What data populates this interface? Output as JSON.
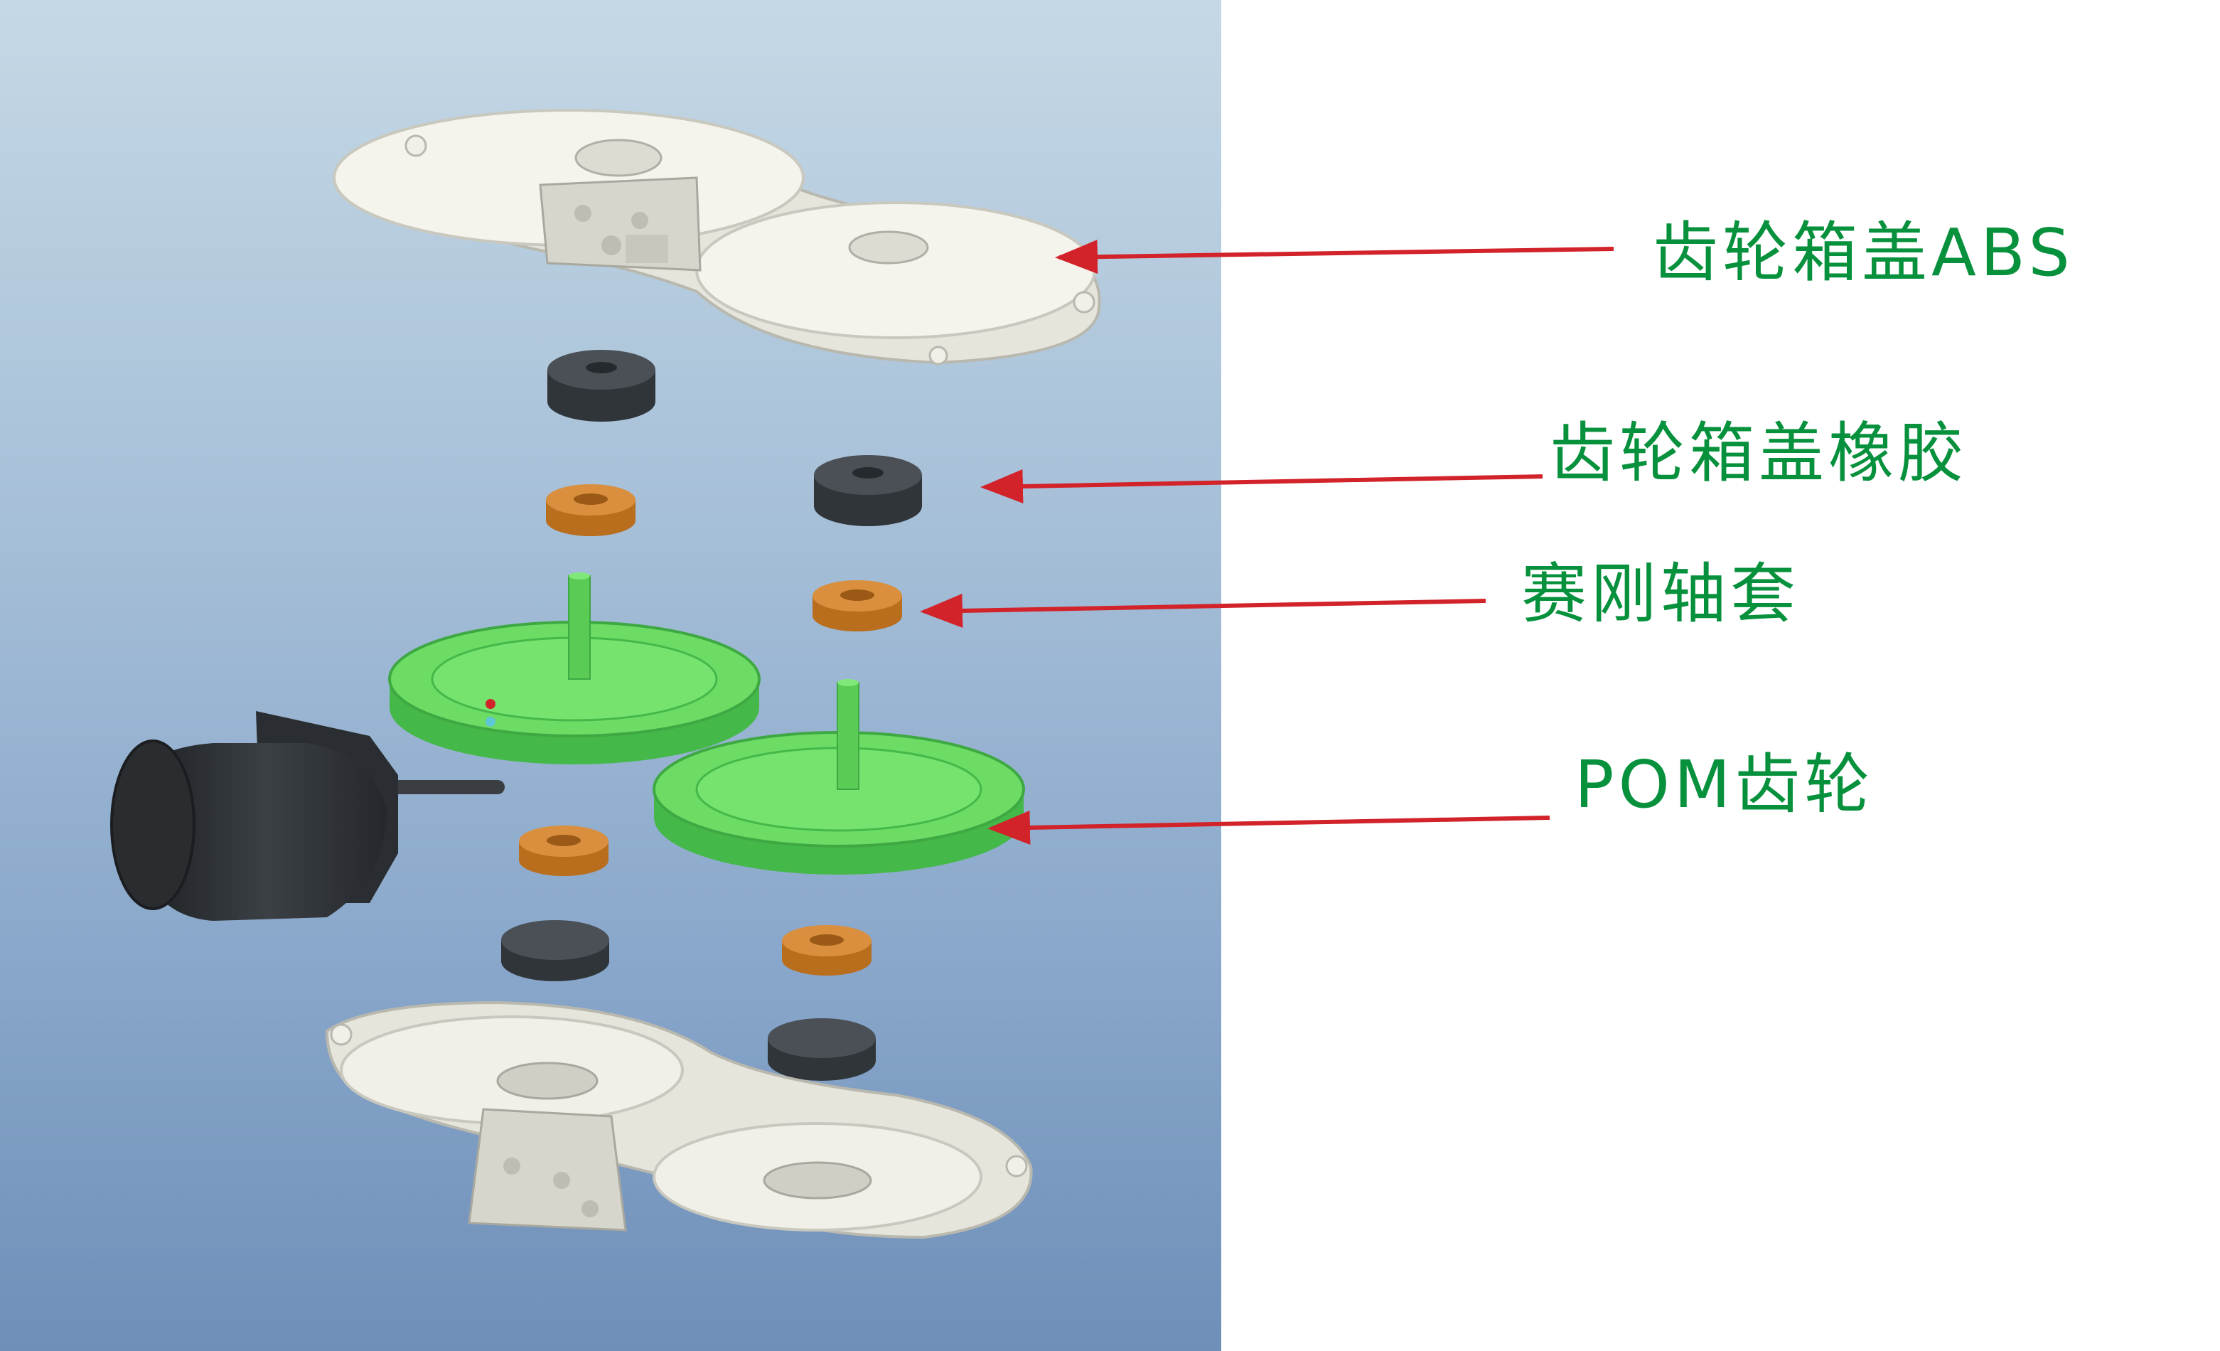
{
  "labels": {
    "gearbox_cover_abs": "齿轮箱盖ABS",
    "gearbox_cover_rubber": "齿轮箱盖橡胶",
    "saigang_bushing": "赛刚轴套",
    "pom_gear": "POM齿轮"
  },
  "colors": {
    "label_text": "#07913d",
    "arrow": "#d2232a",
    "housing": "#ecebe2",
    "rubber": "#3a3f44",
    "bushing": "#c77a25",
    "gear": "#5fd35b",
    "motor": "#2f3337"
  }
}
